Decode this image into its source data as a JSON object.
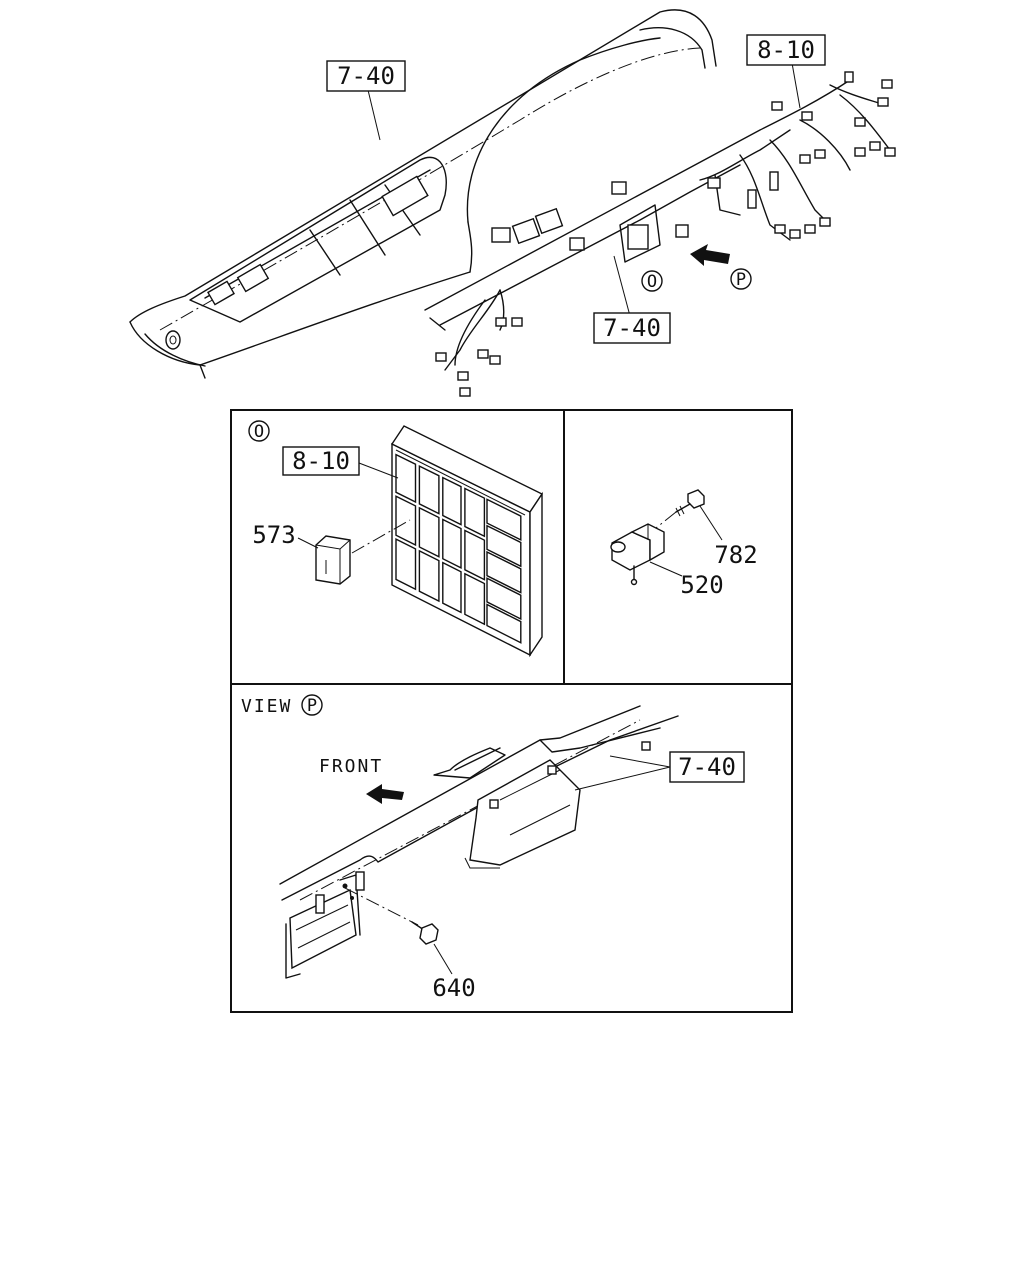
{
  "top_view": {
    "ref_panel_main": "7-40",
    "ref_harness": "8-10",
    "ref_panel_lower": "7-40",
    "view_marker_o": "O",
    "view_marker_p": "P"
  },
  "detail_o": {
    "marker": "O",
    "ref_fusebox": "8-10",
    "part_relay": "573"
  },
  "detail_sensor": {
    "part_bolt": "782",
    "part_sensor": "520"
  },
  "view_p": {
    "title": "VIEW",
    "marker": "P",
    "front_label": "FRONT",
    "ref_panel": "7-40",
    "part_bolt": "640"
  }
}
